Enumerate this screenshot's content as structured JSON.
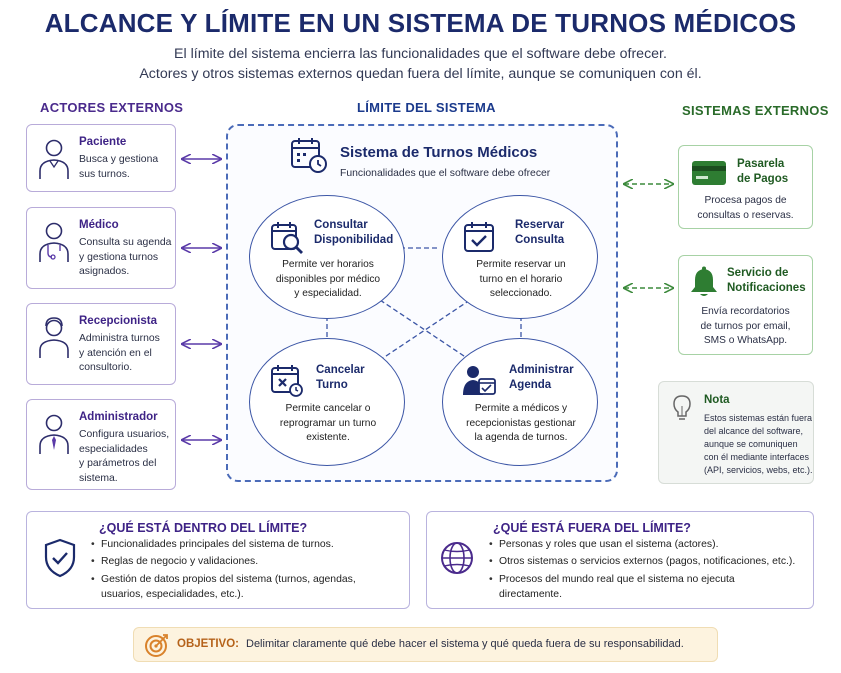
{
  "header": {
    "title": "ALCANCE Y LÍMITE EN UN SISTEMA DE TURNOS MÉDICOS",
    "subtitle_line1": "El límite del sistema encierra las funcionalidades que el software debe ofrecer.",
    "subtitle_line2": "Actores y otros sistemas externos quedan fuera del límite, aunque se comuniquen con él."
  },
  "columns": {
    "actors_heading": "ACTORES EXTERNOS",
    "boundary_heading": "LÍMITE DEL SISTEMA",
    "external_heading": "SISTEMAS EXTERNOS"
  },
  "actors": [
    {
      "title": "Paciente",
      "desc": [
        "Busca y gestiona",
        "sus turnos."
      ],
      "icon": "patient-icon"
    },
    {
      "title": "Médico",
      "desc": [
        "Consulta su agenda",
        "y gestiona turnos",
        "asignados."
      ],
      "icon": "doctor-icon"
    },
    {
      "title": "Recepcionista",
      "desc": [
        "Administra turnos",
        "y atención en el",
        "consultorio."
      ],
      "icon": "receptionist-icon"
    },
    {
      "title": "Administrador",
      "desc": [
        "Configura usuarios,",
        "especialidades",
        "y parámetros del",
        "sistema."
      ],
      "icon": "admin-icon"
    }
  ],
  "system": {
    "title": "Sistema de Turnos Médicos",
    "subtitle": "Funcionalidades que el software debe ofrecer",
    "use_cases": [
      {
        "title": [
          "Consultar",
          "Disponibilidad"
        ],
        "desc": [
          "Permite ver horarios",
          "disponibles por médico",
          "y especialidad."
        ],
        "icon": "calendar-search-icon"
      },
      {
        "title": [
          "Reservar",
          "Consulta"
        ],
        "desc": [
          "Permite reservar un",
          "turno en el horario",
          "seleccionado."
        ],
        "icon": "calendar-check-icon"
      },
      {
        "title": [
          "Cancelar",
          "Turno"
        ],
        "desc": [
          "Permite cancelar o",
          "reprogramar un turno",
          "existente."
        ],
        "icon": "calendar-cancel-icon"
      },
      {
        "title": [
          "Administrar",
          "Agenda"
        ],
        "desc": [
          "Permite a médicos y",
          "recepcionistas gestionar",
          "la agenda de turnos."
        ],
        "icon": "user-calendar-icon"
      }
    ]
  },
  "external_systems": [
    {
      "title": [
        "Pasarela",
        "de Pagos"
      ],
      "desc": [
        "Procesa pagos de",
        "consultas o reservas."
      ],
      "icon": "credit-card-icon"
    },
    {
      "title": [
        "Servicio de",
        "Notificaciones"
      ],
      "desc": [
        "Envía recordatorios",
        "de turnos por email,",
        "SMS o WhatsApp."
      ],
      "icon": "bell-icon"
    }
  ],
  "note": {
    "title": "Nota",
    "lines": [
      "Estos sistemas están fuera",
      "del alcance del software,",
      "aunque se comuniquen",
      "con él mediante interfaces",
      "(API, servicios, webs, etc.)."
    ]
  },
  "inside": {
    "title": "¿QUÉ ESTÁ DENTRO DEL LÍMITE?",
    "items": [
      [
        "Funcionalidades principales del sistema de turnos."
      ],
      [
        "Reglas de negocio y validaciones."
      ],
      [
        "Gestión de datos propios del sistema (turnos, agendas,",
        "usuarios, especialidades, etc.)."
      ]
    ]
  },
  "outside": {
    "title": "¿QUÉ ESTÁ FUERA DEL LÍMITE?",
    "items": [
      [
        "Personas y roles que usan el sistema (actores)."
      ],
      [
        "Otros sistemas o servicios externos (pagos, notificaciones, etc.)."
      ],
      [
        "Procesos del mundo real que el sistema no ejecuta",
        "directamente."
      ]
    ]
  },
  "objective": {
    "label": "OBJETIVO:",
    "text": "Delimitar claramente qué debe hacer el sistema y qué queda fuera de su responsabilidad."
  },
  "colors": {
    "title": "#1b2a6b",
    "actor_border": "#b8abd9",
    "system_border": "#4b6bb8",
    "external_border": "#a7d2a5",
    "arrow_purple": "#5a3aa8",
    "arrow_green": "#3c8a3c"
  }
}
